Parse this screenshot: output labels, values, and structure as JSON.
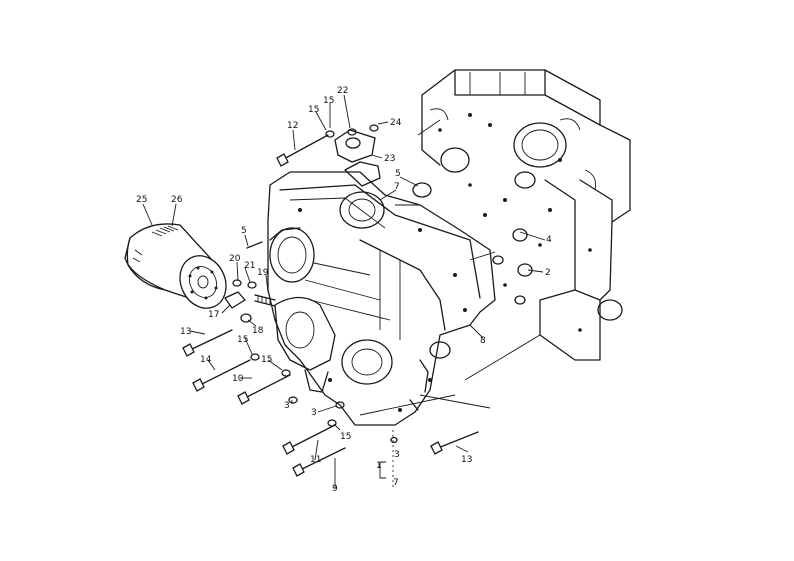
{
  "callouts": {
    "c1": "1",
    "c2": "2",
    "c3a": "3",
    "c3b": "3",
    "c3c": "3",
    "c4": "4",
    "c5a": "5",
    "c5b": "5",
    "c7a": "7",
    "c7b": "7",
    "c8": "8",
    "c9": "9",
    "c10": "10",
    "c11": "11",
    "c12": "12",
    "c13a": "13",
    "c13b": "13",
    "c14": "14",
    "c15a": "15",
    "c15b": "15",
    "c15c": "15",
    "c15d": "15",
    "c17": "17",
    "c18": "18",
    "c19": "19",
    "c20": "20",
    "c21": "21",
    "c22": "22",
    "c23": "23",
    "c24": "24",
    "c25": "25",
    "c26": "26"
  }
}
